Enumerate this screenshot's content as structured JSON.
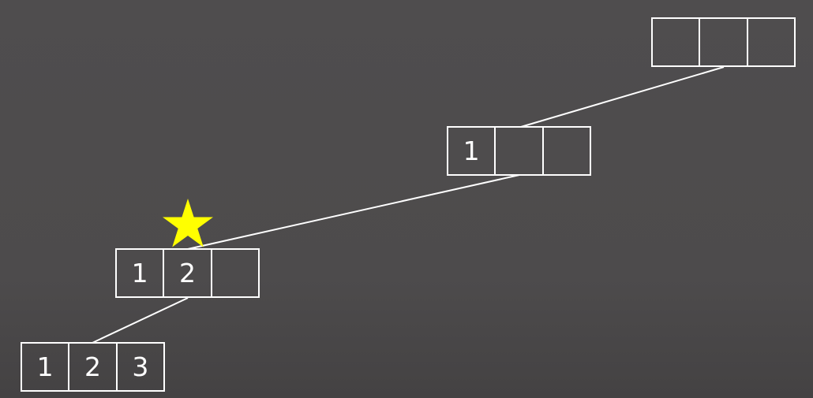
{
  "colors": {
    "background": "#4d4b4c",
    "box_stroke": "#ffffff",
    "text": "#ffffff",
    "star": "#ffff00"
  },
  "nodes": [
    {
      "name": "root",
      "cells": [
        "",
        "",
        ""
      ]
    },
    {
      "name": "level-1",
      "cells": [
        "1",
        "",
        ""
      ]
    },
    {
      "name": "level-2",
      "cells": [
        "1",
        "2",
        ""
      ]
    },
    {
      "name": "level-3",
      "cells": [
        "1",
        "2",
        "3"
      ]
    }
  ],
  "edges": [
    {
      "from": "root",
      "to": "level-1"
    },
    {
      "from": "level-1",
      "to": "level-2"
    },
    {
      "from": "level-2",
      "to": "level-3"
    }
  ],
  "marker": {
    "icon": "star-icon",
    "target": "level-2"
  }
}
